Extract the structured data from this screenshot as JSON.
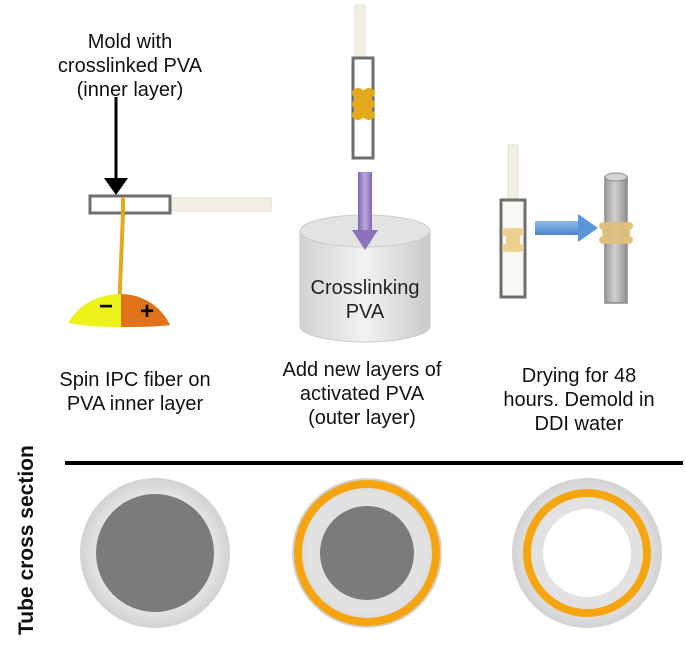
{
  "labels": {
    "mold_title": [
      "Mold with",
      "crosslinked PVA",
      "(inner layer)"
    ],
    "cylinder_label": [
      "Crosslinking",
      "PVA"
    ],
    "step1": [
      "Spin IPC fiber on",
      "PVA inner layer"
    ],
    "step2": [
      "Add new layers of",
      "activated PVA",
      "(outer layer)"
    ],
    "step3": [
      "Drying for 48",
      "hours. Demold in",
      "DDI water"
    ],
    "minus": "−",
    "plus": "+",
    "cross_section": "Tube cross section"
  },
  "colors": {
    "fiber": "#e3a81c",
    "fiber_light": "#ecd08e",
    "orange_ring": "#f5a510",
    "outer_disc": "#e6e6e6",
    "inner_core": "#7b7b7b",
    "frame": "#6e6e6e",
    "rod": "#f3efe4",
    "rod_gray": "#b9b9b9",
    "blob_yellow": "#eef218",
    "blob_orange": "#e0721a",
    "arrow_purple": "#9b86c6",
    "arrow_blue": "#5a95d6",
    "divider": "#000000"
  },
  "cross_sections": [
    {
      "outer_ring": false,
      "core": "filled"
    },
    {
      "outer_ring": true,
      "core": "filled"
    },
    {
      "outer_ring": true,
      "core": "hollow"
    }
  ]
}
